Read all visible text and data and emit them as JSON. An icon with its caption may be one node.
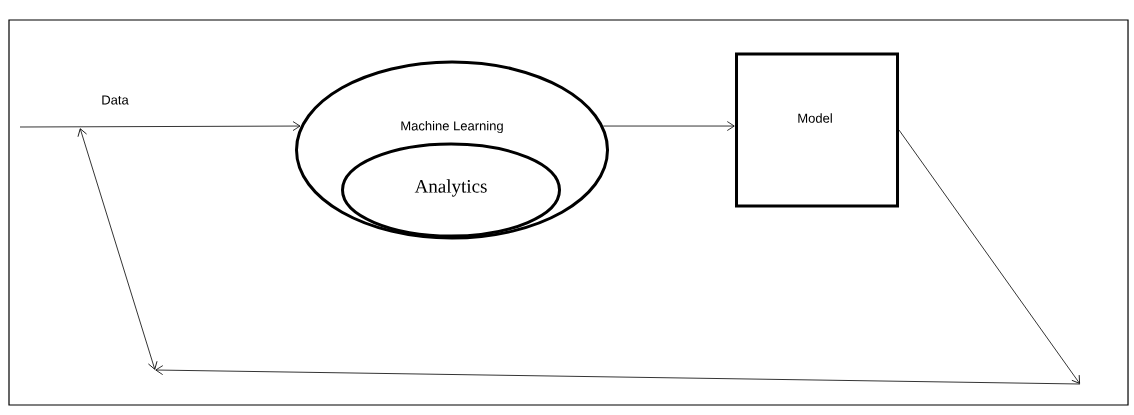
{
  "diagram": {
    "nodes": [
      {
        "text": [
          "Machine Learning"
        ]
      },
      {
        "text": [
          "Analytics"
        ],
        "in": 0
      },
      {
        "text": [
          "Model"
        ]
      }
    ],
    "edges": [
      {
        "from": null,
        "to": 0,
        "arrow": "to",
        "label": "Data"
      },
      {
        "from": 0,
        "to": 2,
        "arrow": "to"
      },
      {
        "from": 2,
        "to": null,
        "arrow": "to"
      }
    ]
  }
}
